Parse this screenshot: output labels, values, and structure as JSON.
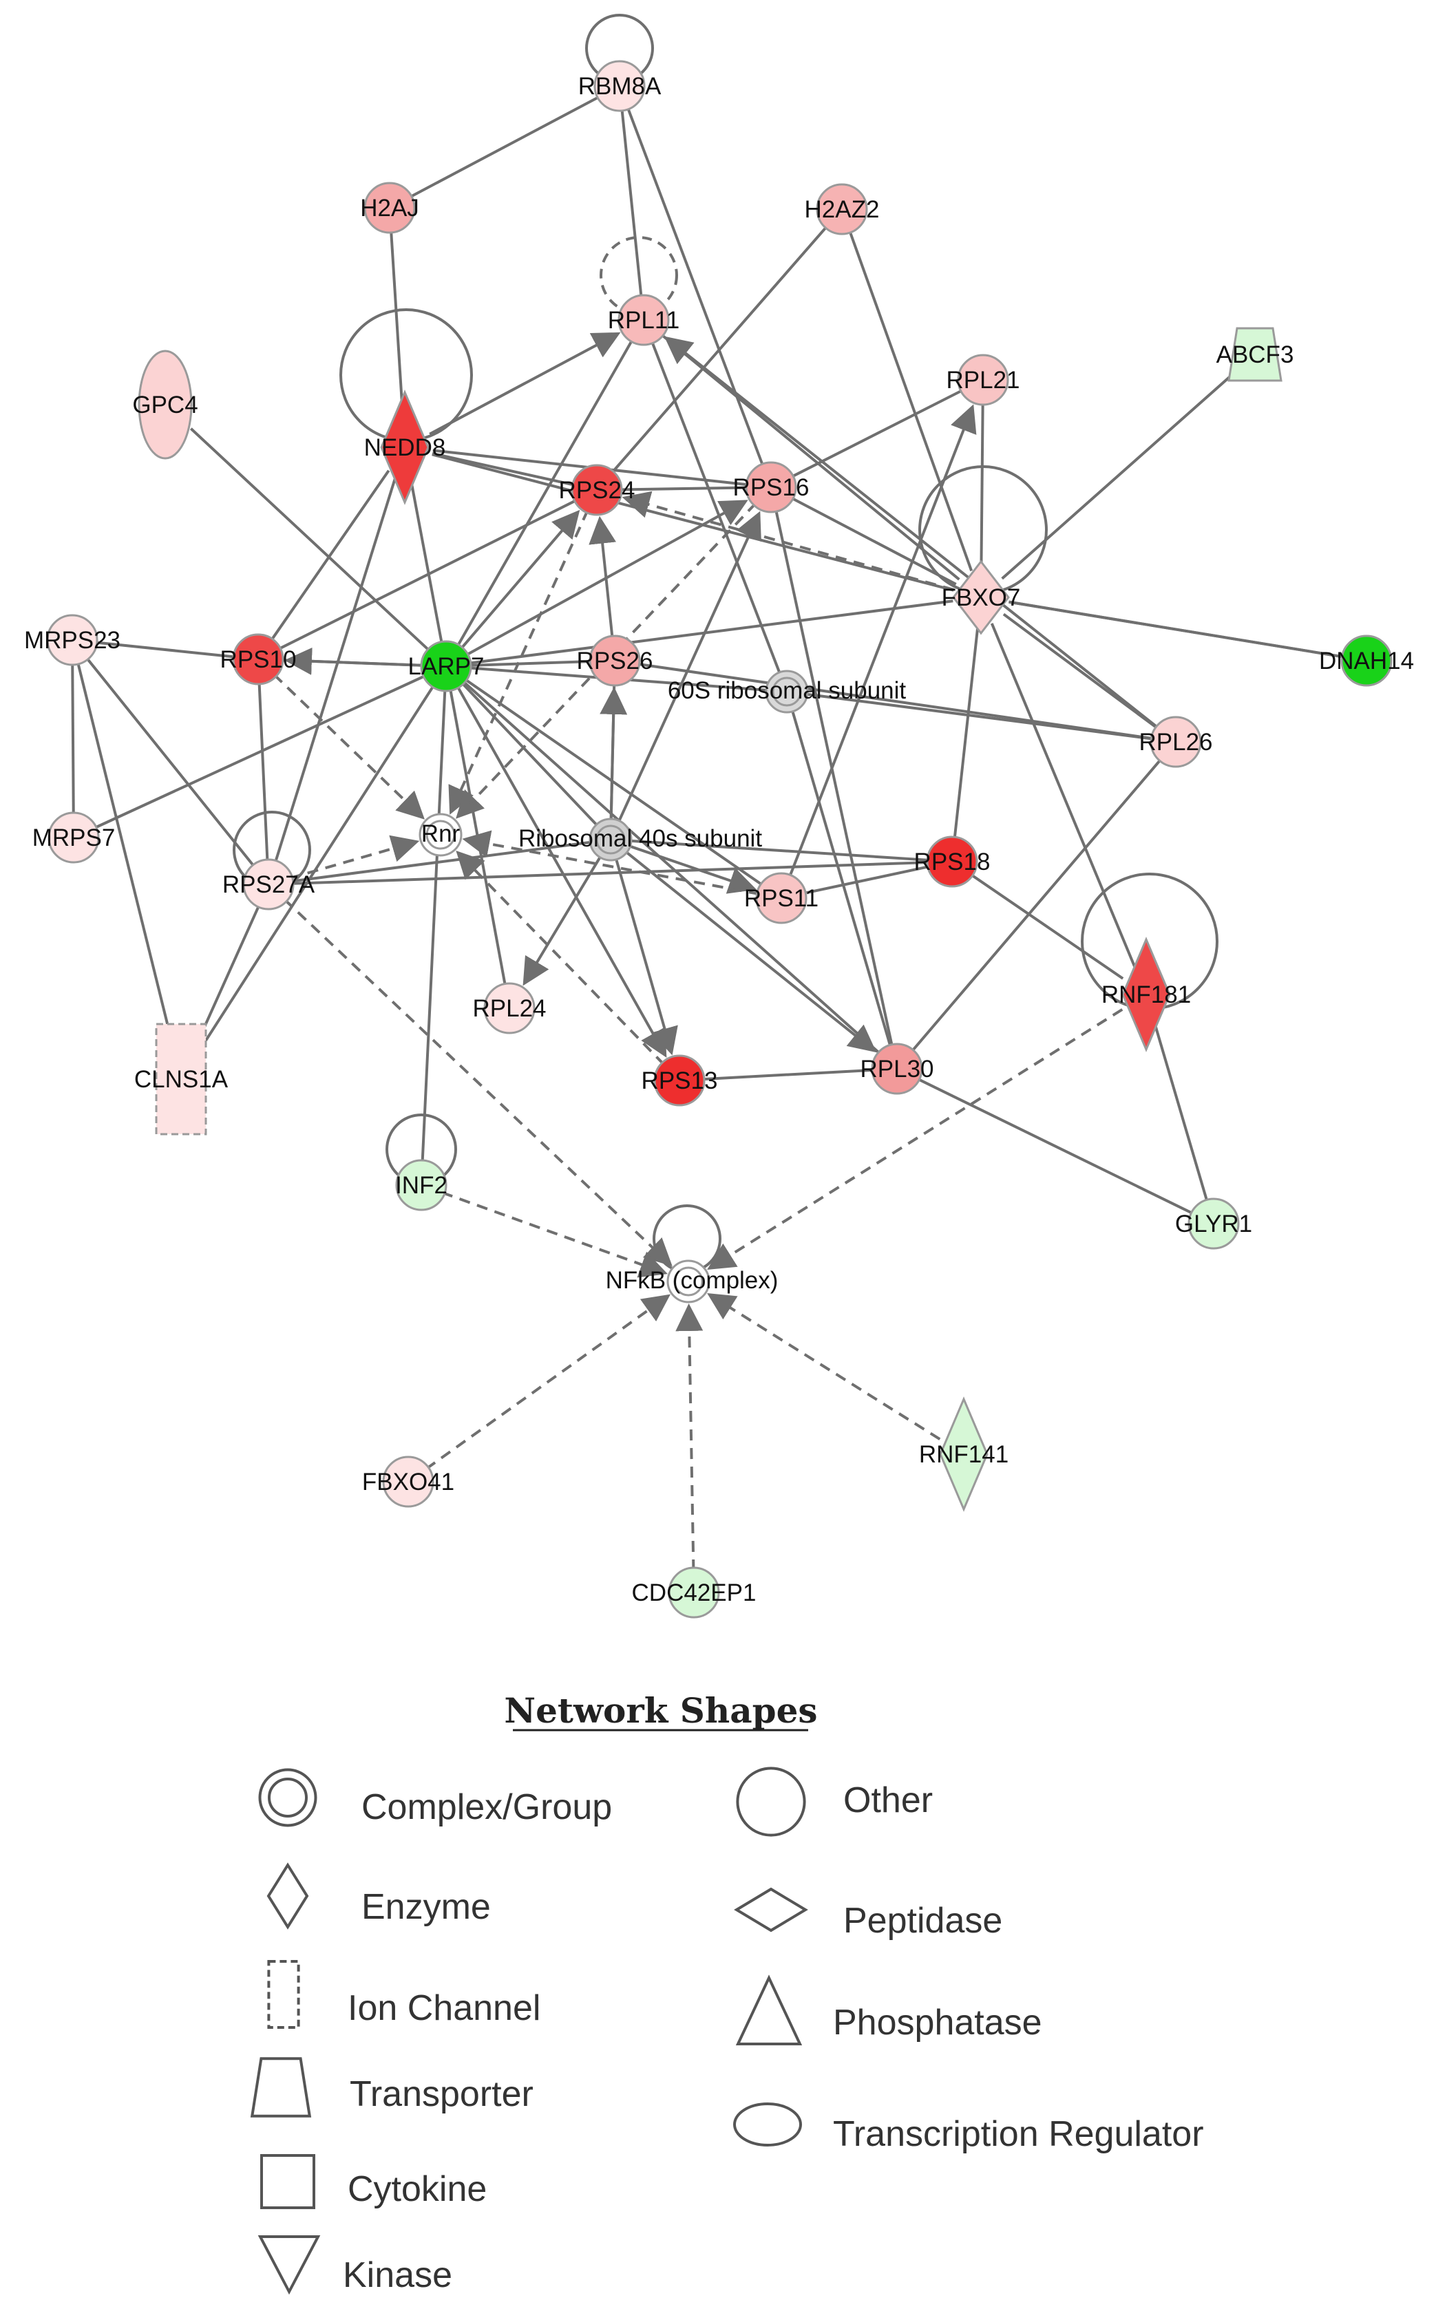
{
  "colors": {
    "strong_red": "#ee3b3b",
    "medium_red": "#f29a9a",
    "light_red": "#fbd3d3",
    "pale_red": "#fde3e3",
    "strong_green": "#19d219",
    "light_green": "#d6f7d6",
    "neutral": "#ffffff",
    "edge": "#6f6f6f"
  },
  "nodes": [
    {
      "id": "RBM8A",
      "label": "RBM8A",
      "shape": "other",
      "color": "#fde3e3"
    },
    {
      "id": "H2AJ",
      "label": "H2AJ",
      "shape": "other",
      "color": "#f4a8a8"
    },
    {
      "id": "H2AZ2",
      "label": "H2AZ2",
      "shape": "other",
      "color": "#f6b3b3"
    },
    {
      "id": "RPL11",
      "label": "RPL11",
      "shape": "other",
      "color": "#f7baba"
    },
    {
      "id": "ABCF3",
      "label": "ABCF3",
      "shape": "transporter",
      "color": "#d6f7d6"
    },
    {
      "id": "GPC4",
      "label": "GPC4",
      "shape": "transcription_regulator",
      "color": "#fbd3d3"
    },
    {
      "id": "NEDD8",
      "label": "NEDD8",
      "shape": "enzyme",
      "color": "#ee3b3b"
    },
    {
      "id": "RPL21",
      "label": "RPL21",
      "shape": "other",
      "color": "#f8c4c4"
    },
    {
      "id": "RPS24",
      "label": "RPS24",
      "shape": "other",
      "color": "#ee4848"
    },
    {
      "id": "RPS16",
      "label": "RPS16",
      "shape": "other",
      "color": "#f4a8a8"
    },
    {
      "id": "FBXO7",
      "label": "FBXO7",
      "shape": "peptidase",
      "color": "#fbd3d3"
    },
    {
      "id": "MRPS23",
      "label": "MRPS23",
      "shape": "other",
      "color": "#fde3e3"
    },
    {
      "id": "RPS10",
      "label": "RPS10",
      "shape": "other",
      "color": "#ee4848"
    },
    {
      "id": "LARP7",
      "label": "LARP7",
      "shape": "other",
      "color": "#19d219"
    },
    {
      "id": "RPS26",
      "label": "RPS26",
      "shape": "other",
      "color": "#f4a8a8"
    },
    {
      "id": "60S",
      "label": "60S ribosomal subunit",
      "shape": "complex",
      "color": "#d9d9d9"
    },
    {
      "id": "DNAH14",
      "label": "DNAH14",
      "shape": "other",
      "color": "#19d219"
    },
    {
      "id": "RPL26",
      "label": "RPL26",
      "shape": "other",
      "color": "#fbd3d3"
    },
    {
      "id": "MRPS7",
      "label": "MRPS7",
      "shape": "other",
      "color": "#fde3e3"
    },
    {
      "id": "RPS27A",
      "label": "RPS27A",
      "shape": "other",
      "color": "#fde3e3"
    },
    {
      "id": "Rnr",
      "label": "Rnr",
      "shape": "complex",
      "color": "#ffffff"
    },
    {
      "id": "40S",
      "label": "Ribosomal 40s subunit",
      "shape": "complex",
      "color": "#d0d0d0"
    },
    {
      "id": "RPS18",
      "label": "RPS18",
      "shape": "other",
      "color": "#ee2e2e"
    },
    {
      "id": "RPS11",
      "label": "RPS11",
      "shape": "other",
      "color": "#f8c4c4"
    },
    {
      "id": "RNF181",
      "label": "RNF181",
      "shape": "enzyme",
      "color": "#ee4848"
    },
    {
      "id": "CLNS1A",
      "label": "CLNS1A",
      "shape": "ion_channel",
      "color": "#fde3e3"
    },
    {
      "id": "RPL24",
      "label": "RPL24",
      "shape": "other",
      "color": "#fde3e3"
    },
    {
      "id": "RPS13",
      "label": "RPS13",
      "shape": "other",
      "color": "#ee2e2e"
    },
    {
      "id": "RPL30",
      "label": "RPL30",
      "shape": "other",
      "color": "#f29a9a"
    },
    {
      "id": "INF2",
      "label": "INF2",
      "shape": "other",
      "color": "#d6f7d6"
    },
    {
      "id": "GLYR1",
      "label": "GLYR1",
      "shape": "other",
      "color": "#d6f7d6"
    },
    {
      "id": "NFkB",
      "label": "NFkB (complex)",
      "shape": "complex",
      "color": "#ffffff"
    },
    {
      "id": "FBXO41",
      "label": "FBXO41",
      "shape": "other",
      "color": "#fde3e3"
    },
    {
      "id": "RNF141",
      "label": "RNF141",
      "shape": "enzyme",
      "color": "#d6f7d6"
    },
    {
      "id": "CDC42EP1",
      "label": "CDC42EP1",
      "shape": "other",
      "color": "#d6f7d6"
    }
  ],
  "edges": [
    {
      "from": "RBM8A",
      "to": "H2AJ",
      "style": "solid",
      "arrow": false
    },
    {
      "from": "RBM8A",
      "to": "RPL11",
      "style": "solid",
      "arrow": false
    },
    {
      "from": "RBM8A",
      "to": "RPS16",
      "style": "solid",
      "arrow": false
    },
    {
      "from": "H2AJ",
      "to": "NEDD8",
      "style": "solid",
      "arrow": false
    },
    {
      "from": "H2AZ2",
      "to": "RPS24",
      "style": "solid",
      "arrow": false
    },
    {
      "from": "H2AZ2",
      "to": "FBXO7",
      "style": "solid",
      "arrow": false
    },
    {
      "from": "NEDD8",
      "to": "RPL11",
      "style": "solid",
      "arrow": true
    },
    {
      "from": "NEDD8",
      "to": "RPS24",
      "style": "solid",
      "arrow": false
    },
    {
      "from": "NEDD8",
      "to": "RPS16",
      "style": "solid",
      "arrow": false
    },
    {
      "from": "NEDD8",
      "to": "FBXO7",
      "style": "solid",
      "arrow": false
    },
    {
      "from": "NEDD8",
      "to": "RPS10",
      "style": "solid",
      "arrow": false
    },
    {
      "from": "NEDD8",
      "to": "LARP7",
      "style": "solid",
      "arrow": false
    },
    {
      "from": "NEDD8",
      "to": "RPS27A",
      "style": "solid",
      "arrow": false
    },
    {
      "from": "GPC4",
      "to": "LARP7",
      "style": "solid",
      "arrow": false
    },
    {
      "from": "RPL11",
      "to": "LARP7",
      "style": "solid",
      "arrow": false
    },
    {
      "from": "RPL11",
      "to": "FBXO7",
      "style": "solid",
      "arrow": false
    },
    {
      "from": "RPL11",
      "to": "60S",
      "style": "solid",
      "arrow": false
    },
    {
      "from": "RPL21",
      "to": "RPS16",
      "style": "solid",
      "arrow": false
    },
    {
      "from": "RPL21",
      "to": "FBXO7",
      "style": "solid",
      "arrow": false
    },
    {
      "from": "RPS24",
      "to": "RPS16",
      "style": "solid",
      "arrow": false
    },
    {
      "from": "RPS24",
      "to": "RPS10",
      "style": "solid",
      "arrow": false
    },
    {
      "from": "RPS24",
      "to": "Rnr",
      "style": "dashed",
      "arrow": true
    },
    {
      "from": "RPS16",
      "to": "RPL30",
      "style": "solid",
      "arrow": false
    },
    {
      "from": "RPS16",
      "to": "Rnr",
      "style": "dashed",
      "arrow": true
    },
    {
      "from": "FBXO7",
      "to": "LARP7",
      "style": "solid",
      "arrow": false
    },
    {
      "from": "FBXO7",
      "to": "RPS24",
      "style": "dashed",
      "arrow": true
    },
    {
      "from": "FBXO7",
      "to": "RPS16",
      "style": "solid",
      "arrow": false
    },
    {
      "from": "FBXO7",
      "to": "DNAH14",
      "style": "solid",
      "arrow": false
    },
    {
      "from": "FBXO7",
      "to": "RPL26",
      "style": "solid",
      "arrow": false
    },
    {
      "from": "FBXO7",
      "to": "RPS18",
      "style": "solid",
      "arrow": false
    },
    {
      "from": "FBXO7",
      "to": "RNF181",
      "style": "solid",
      "arrow": false
    },
    {
      "from": "ABCF3",
      "to": "FBXO7",
      "style": "solid",
      "arrow": false
    },
    {
      "from": "MRPS23",
      "to": "MRPS7",
      "style": "solid",
      "arrow": false
    },
    {
      "from": "MRPS23",
      "to": "RPS27A",
      "style": "solid",
      "arrow": false
    },
    {
      "from": "MRPS23",
      "to": "CLNS1A",
      "style": "solid",
      "arrow": false
    },
    {
      "from": "MRPS23",
      "to": "RPS10",
      "style": "solid",
      "arrow": false
    },
    {
      "from": "MRPS7",
      "to": "LARP7",
      "style": "solid",
      "arrow": false
    },
    {
      "from": "RPS10",
      "to": "LARP7",
      "style": "solid",
      "arrow": false
    },
    {
      "from": "RPS10",
      "to": "Rnr",
      "style": "dashed",
      "arrow": true
    },
    {
      "from": "LARP7",
      "to": "RPS24",
      "style": "solid",
      "arrow": true
    },
    {
      "from": "LARP7",
      "to": "RPS10",
      "style": "solid",
      "arrow": true
    },
    {
      "from": "LARP7",
      "to": "RPS16",
      "style": "solid",
      "arrow": true
    },
    {
      "from": "LARP7",
      "to": "RPS26",
      "style": "solid",
      "arrow": false
    },
    {
      "from": "LARP7",
      "to": "60S",
      "style": "solid",
      "arrow": false
    },
    {
      "from": "LARP7",
      "to": "40S",
      "style": "solid",
      "arrow": false
    },
    {
      "from": "LARP7",
      "to": "RPS11",
      "style": "solid",
      "arrow": false
    },
    {
      "from": "LARP7",
      "to": "RPS13",
      "style": "solid",
      "arrow": true
    },
    {
      "from": "LARP7",
      "to": "RPL30",
      "style": "solid",
      "arrow": false
    },
    {
      "from": "LARP7",
      "to": "RPL24",
      "style": "solid",
      "arrow": false
    },
    {
      "from": "LARP7",
      "to": "CLNS1A",
      "style": "solid",
      "arrow": false
    },
    {
      "from": "LARP7",
      "to": "INF2",
      "style": "solid",
      "arrow": false
    },
    {
      "from": "RPS26",
      "to": "RPS24",
      "style": "solid",
      "arrow": true
    },
    {
      "from": "RPS26",
      "to": "40S",
      "style": "solid",
      "arrow": false
    },
    {
      "from": "60S",
      "to": "RPL26",
      "style": "solid",
      "arrow": false
    },
    {
      "from": "60S",
      "to": "RPL30",
      "style": "solid",
      "arrow": false
    },
    {
      "from": "40S",
      "to": "RPS26",
      "style": "solid",
      "arrow": true
    },
    {
      "from": "40S",
      "to": "RPS16",
      "style": "solid",
      "arrow": true
    },
    {
      "from": "40S",
      "to": "RPS11",
      "style": "solid",
      "arrow": true
    },
    {
      "from": "40S",
      "to": "RPS13",
      "style": "solid",
      "arrow": true
    },
    {
      "from": "40S",
      "to": "RPL24",
      "style": "solid",
      "arrow": true
    },
    {
      "from": "40S",
      "to": "RPS18",
      "style": "solid",
      "arrow": false
    },
    {
      "from": "40S",
      "to": "RPL30",
      "style": "solid",
      "arrow": true
    },
    {
      "from": "40S",
      "to": "RPS27A",
      "style": "solid",
      "arrow": false
    },
    {
      "from": "RPS27A",
      "to": "Rnr",
      "style": "dashed",
      "arrow": true
    },
    {
      "from": "RPS27A",
      "to": "RPS10",
      "style": "solid",
      "arrow": false
    },
    {
      "from": "RPS27A",
      "to": "CLNS1A",
      "style": "solid",
      "arrow": false
    },
    {
      "from": "RPS27A",
      "to": "NFkB",
      "style": "dashed",
      "arrow": true
    },
    {
      "from": "RPS27A",
      "to": "RPS18",
      "style": "solid",
      "arrow": false
    },
    {
      "from": "RPS11",
      "to": "Rnr",
      "style": "dashed",
      "arrow": true
    },
    {
      "from": "RPS11",
      "to": "RPS18",
      "style": "solid",
      "arrow": false
    },
    {
      "from": "RPS11",
      "to": "RPL21",
      "style": "solid",
      "arrow": true
    },
    {
      "from": "RPS18",
      "to": "RNF181",
      "style": "solid",
      "arrow": false
    },
    {
      "from": "RPS13",
      "to": "RPL30",
      "style": "solid",
      "arrow": false
    },
    {
      "from": "RPS13",
      "to": "Rnr",
      "style": "dashed",
      "arrow": true
    },
    {
      "from": "RPL30",
      "to": "RPL26",
      "style": "solid",
      "arrow": false
    },
    {
      "from": "RPL30",
      "to": "GLYR1",
      "style": "solid",
      "arrow": false
    },
    {
      "from": "RNF181",
      "to": "GLYR1",
      "style": "solid",
      "arrow": false
    },
    {
      "from": "RNF181",
      "to": "NFkB",
      "style": "dashed",
      "arrow": true
    },
    {
      "from": "INF2",
      "to": "NFkB",
      "style": "dashed",
      "arrow": true
    },
    {
      "from": "FBXO41",
      "to": "NFkB",
      "style": "dashed",
      "arrow": true
    },
    {
      "from": "RNF141",
      "to": "NFkB",
      "style": "dashed",
      "arrow": true
    },
    {
      "from": "CDC42EP1",
      "to": "NFkB",
      "style": "dashed",
      "arrow": true
    },
    {
      "from": "DNAH14",
      "to": "FBXO7",
      "style": "solid",
      "arrow": false
    },
    {
      "from": "RPL26",
      "to": "RPS26",
      "style": "solid",
      "arrow": false
    },
    {
      "from": "RPL26",
      "to": "RPL11",
      "style": "solid",
      "arrow": true
    }
  ],
  "self_loops": [
    {
      "node": "RBM8A",
      "style": "solid"
    },
    {
      "node": "RPL11",
      "style": "dashed"
    },
    {
      "node": "NEDD8",
      "style": "solid"
    },
    {
      "node": "FBXO7",
      "style": "solid"
    },
    {
      "node": "RPS27A",
      "style": "solid"
    },
    {
      "node": "RNF181",
      "style": "solid"
    },
    {
      "node": "INF2",
      "style": "solid"
    },
    {
      "node": "NFkB",
      "style": "solid"
    }
  ],
  "legend": {
    "title": "Network Shapes",
    "items": [
      {
        "shape": "complex",
        "label": "Complex/Group"
      },
      {
        "shape": "other",
        "label": "Other"
      },
      {
        "shape": "enzyme",
        "label": "Enzyme"
      },
      {
        "shape": "peptidase",
        "label": "Peptidase"
      },
      {
        "shape": "ion_channel",
        "label": "Ion Channel"
      },
      {
        "shape": "phosphatase",
        "label": "Phosphatase"
      },
      {
        "shape": "transporter",
        "label": "Transporter"
      },
      {
        "shape": "transcription_regulator",
        "label": "Transcription Regulator"
      },
      {
        "shape": "cytokine",
        "label": "Cytokine"
      },
      {
        "shape": "kinase",
        "label": "Kinase"
      }
    ]
  }
}
